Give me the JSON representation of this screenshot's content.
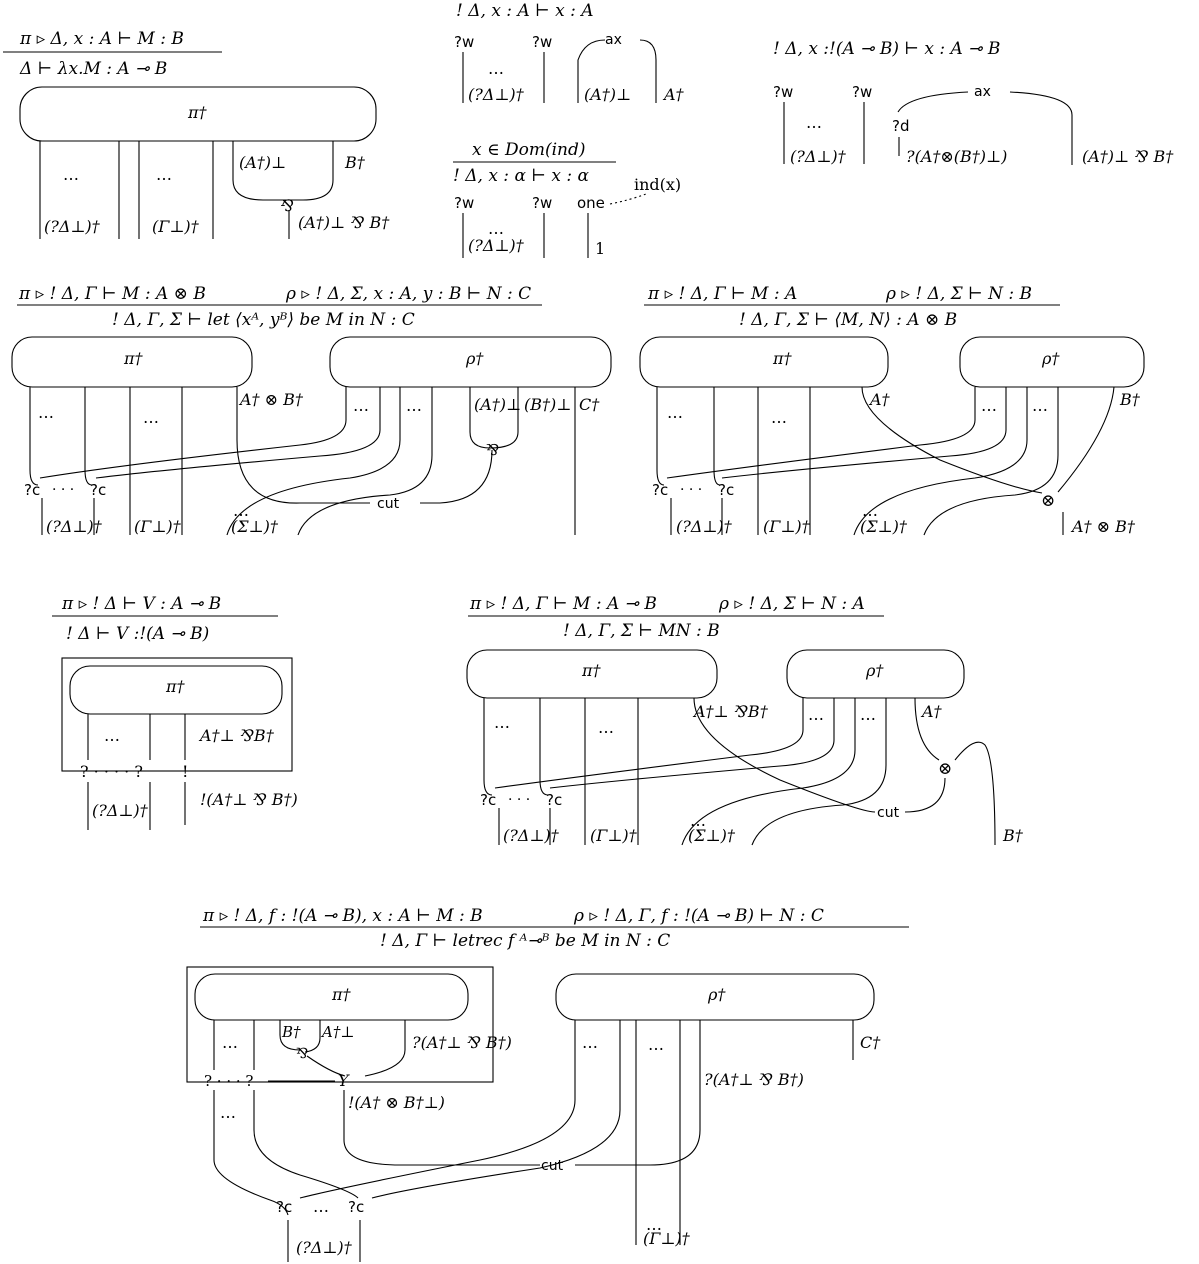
{
  "panels": {
    "lambda": {
      "premise": "π ▹ Δ, x : A ⊢ M : B",
      "conclusion": "Δ ⊢ λx.M : A ⊸ B",
      "box": "π†",
      "dots1": "…",
      "dots2": "…",
      "l_delta": "(?Δ⊥)†",
      "l_gamma": "(Γ⊥)†",
      "l_aperp": "(A†)⊥",
      "l_b": "B†",
      "par": "⅋",
      "l_out": "(A†)⊥ ⅋ B†"
    },
    "ax": {
      "judgement": "! Δ, x : A ⊢ x : A",
      "w1": "?w",
      "w2": "?w",
      "ax": "ax",
      "dots": "…",
      "l_delta": "(?Δ⊥)†",
      "l_aperp": "(A†)⊥",
      "l_a": "A†"
    },
    "ind": {
      "premise": "x ∈ Dom(ind)",
      "conclusion": "! Δ, x : α ⊢ x : α",
      "ind": "ind(x)",
      "w1": "?w",
      "w2": "?w",
      "one": "one",
      "dots": "…",
      "l_delta": "(?Δ⊥)†",
      "l_one": "1"
    },
    "der": {
      "judgement": "! Δ, x :!(A ⊸ B) ⊢ x : A ⊸ B",
      "w1": "?w",
      "w2": "?w",
      "ax": "ax",
      "d": "?d",
      "dots": "…",
      "l_delta": "(?Δ⊥)†",
      "l_mid": "?(A†⊗(B†)⊥)",
      "l_right": "(A†)⊥ ⅋ B†"
    },
    "let": {
      "premise1": "π ▹ ! Δ, Γ ⊢ M : A ⊗ B",
      "premise2": "ρ ▹ ! Δ, Σ, x : A, y : B ⊢ N : C",
      "conclusion": "! Δ, Γ, Σ ⊢ let ⟨xᴬ, yᴮ⟩ be M in N : C",
      "box1": "π†",
      "box2": "ρ†",
      "dots": "…",
      "l_tensor": "A† ⊗ B†",
      "l_aperp": "(A†)⊥",
      "l_bperp": "(B†)⊥",
      "l_c": "C†",
      "par": "⅋",
      "c1": "?c",
      "c2": "?c",
      "cdots": "· · ·",
      "cut": "cut",
      "l_delta": "(?Δ⊥)†",
      "l_gamma": "(Γ⊥)†",
      "l_sigma": "(Σ⊥)†"
    },
    "pair": {
      "premise1": "π ▹ ! Δ, Γ ⊢ M : A",
      "premise2": "ρ ▹ ! Δ, Σ ⊢ N : B",
      "conclusion": "! Δ, Γ, Σ ⊢ ⟨M, N⟩ : A ⊗ B",
      "box1": "π†",
      "box2": "ρ†",
      "dots": "…",
      "l_a": "A†",
      "l_b": "B†",
      "tensor": "⊗",
      "c1": "?c",
      "c2": "?c",
      "cdots": "· · ·",
      "l_delta": "(?Δ⊥)†",
      "l_gamma": "(Γ⊥)†",
      "l_sigma": "(Σ⊥)†",
      "l_out": "A† ⊗ B†"
    },
    "promo": {
      "premise": "π ▹ ! Δ ⊢ V : A ⊸ B",
      "conclusion": "! Δ ⊢ V :!(A ⊸ B)",
      "box": "π†",
      "dots": "…",
      "l_par": "A†⊥ ⅋B†",
      "aux": "? · · · · ?",
      "bang": "!",
      "l_delta": "(?Δ⊥)†",
      "l_out": "!(A†⊥ ⅋ B†)"
    },
    "app": {
      "premise1": "π ▹ ! Δ, Γ ⊢ M : A ⊸ B",
      "premise2": "ρ ▹ ! Δ, Σ ⊢ N : A",
      "conclusion": "! Δ, Γ, Σ ⊢ MN : B",
      "box1": "π†",
      "box2": "ρ†",
      "dots": "…",
      "l_par": "A†⊥ ⅋B†",
      "l_a": "A†",
      "tensor": "⊗",
      "cut": "cut",
      "c1": "?c",
      "c2": "?c",
      "cdots": "· · ·",
      "l_delta": "(?Δ⊥)†",
      "l_gamma": "(Γ⊥)†",
      "l_sigma": "(Σ⊥)†",
      "l_b": "B†"
    },
    "letrec": {
      "premise1": "π ▹ ! Δ, f : !(A ⊸ B), x : A ⊢ M : B",
      "premise2": "ρ ▹ ! Δ, Γ, f : !(A ⊸ B) ⊢ N : C",
      "conclusion": "! Δ, Γ ⊢ letrec f ᴬ⊸ᴮ be M in N : C",
      "box1": "π†",
      "box2": "ρ†",
      "dots": "…",
      "l_b": "B†",
      "l_aperp": "A†⊥",
      "par": "⅋",
      "l_whynot": "?(A†⊥ ⅋ B†)",
      "aux": "? · · · ?",
      "y": "Y",
      "l_bang": "!(A† ⊗ B†⊥)",
      "cut": "cut",
      "l_c": "C†",
      "l_whynot2": "?(A†⊥ ⅋ B†)",
      "c1": "?c",
      "c2": "?c",
      "l_delta": "(?Δ⊥)†",
      "l_gamma": "(Γ⊥)†"
    }
  }
}
